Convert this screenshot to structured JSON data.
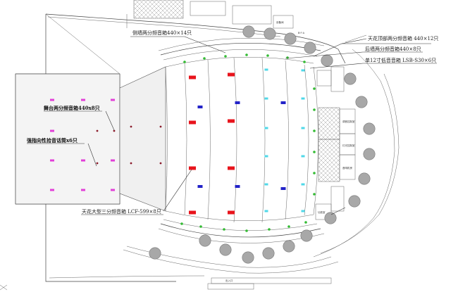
{
  "labels": {
    "side_wall_speakers": "侧墙两分频音箱440×14只",
    "ceiling_top_speakers": "天花顶部两分频音箱 440×12只",
    "rear_wall_speakers": "后墙两分频音箱440×8只",
    "subwoofer": "单12寸低音音箱 LSB-S30×6只",
    "stage_two_way": "舞台两分频音箱440x8只",
    "forced_monitor": "强指向性拾音话筒x6只",
    "ceiling_main": "天花大型三分频音箱 LCF-599×8只"
  },
  "room_labels": {
    "a": "调音控制室",
    "b": "灯光控制室",
    "c": "音响机房",
    "d": "功放室"
  },
  "colors": {
    "magenta": "#e23fd8",
    "red": "#e8141c",
    "blue": "#2323c8",
    "cyan": "#4fd8e8",
    "green": "#33bb33",
    "gray_circle": "#a8a8a8"
  }
}
